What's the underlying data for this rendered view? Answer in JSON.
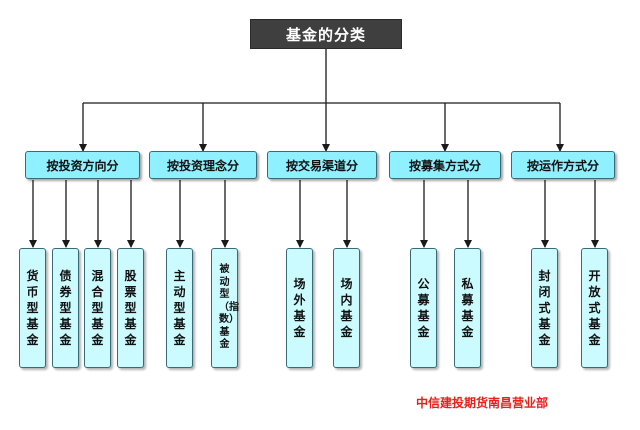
{
  "root": {
    "label": "基金的分类"
  },
  "categories": [
    {
      "label": "按投资方向分"
    },
    {
      "label": "按投资理念分"
    },
    {
      "label": "按交易渠道分"
    },
    {
      "label": "按募集方式分"
    },
    {
      "label": "按运作方式分"
    }
  ],
  "leaves": [
    {
      "label": "货币型基金"
    },
    {
      "label": "债券型基金"
    },
    {
      "label": "混合型基金"
    },
    {
      "label": "股票型基金"
    },
    {
      "label": "主动型基金"
    },
    {
      "label": "被动型（指数）基金"
    },
    {
      "label": "场外基金"
    },
    {
      "label": "场内基金"
    },
    {
      "label": "公募基金"
    },
    {
      "label": "私募基金"
    },
    {
      "label": "封闭式基金"
    },
    {
      "label": "开放式基金"
    }
  ],
  "footer": {
    "text": "中信建投期货南昌营业部"
  },
  "colors": {
    "root_bg": "#3f3f3f",
    "category_bg": "#8ff0ff",
    "leaf_bg": "#ccfbff",
    "connector": "#1a1a1a",
    "footer_text": "#e8201a"
  }
}
